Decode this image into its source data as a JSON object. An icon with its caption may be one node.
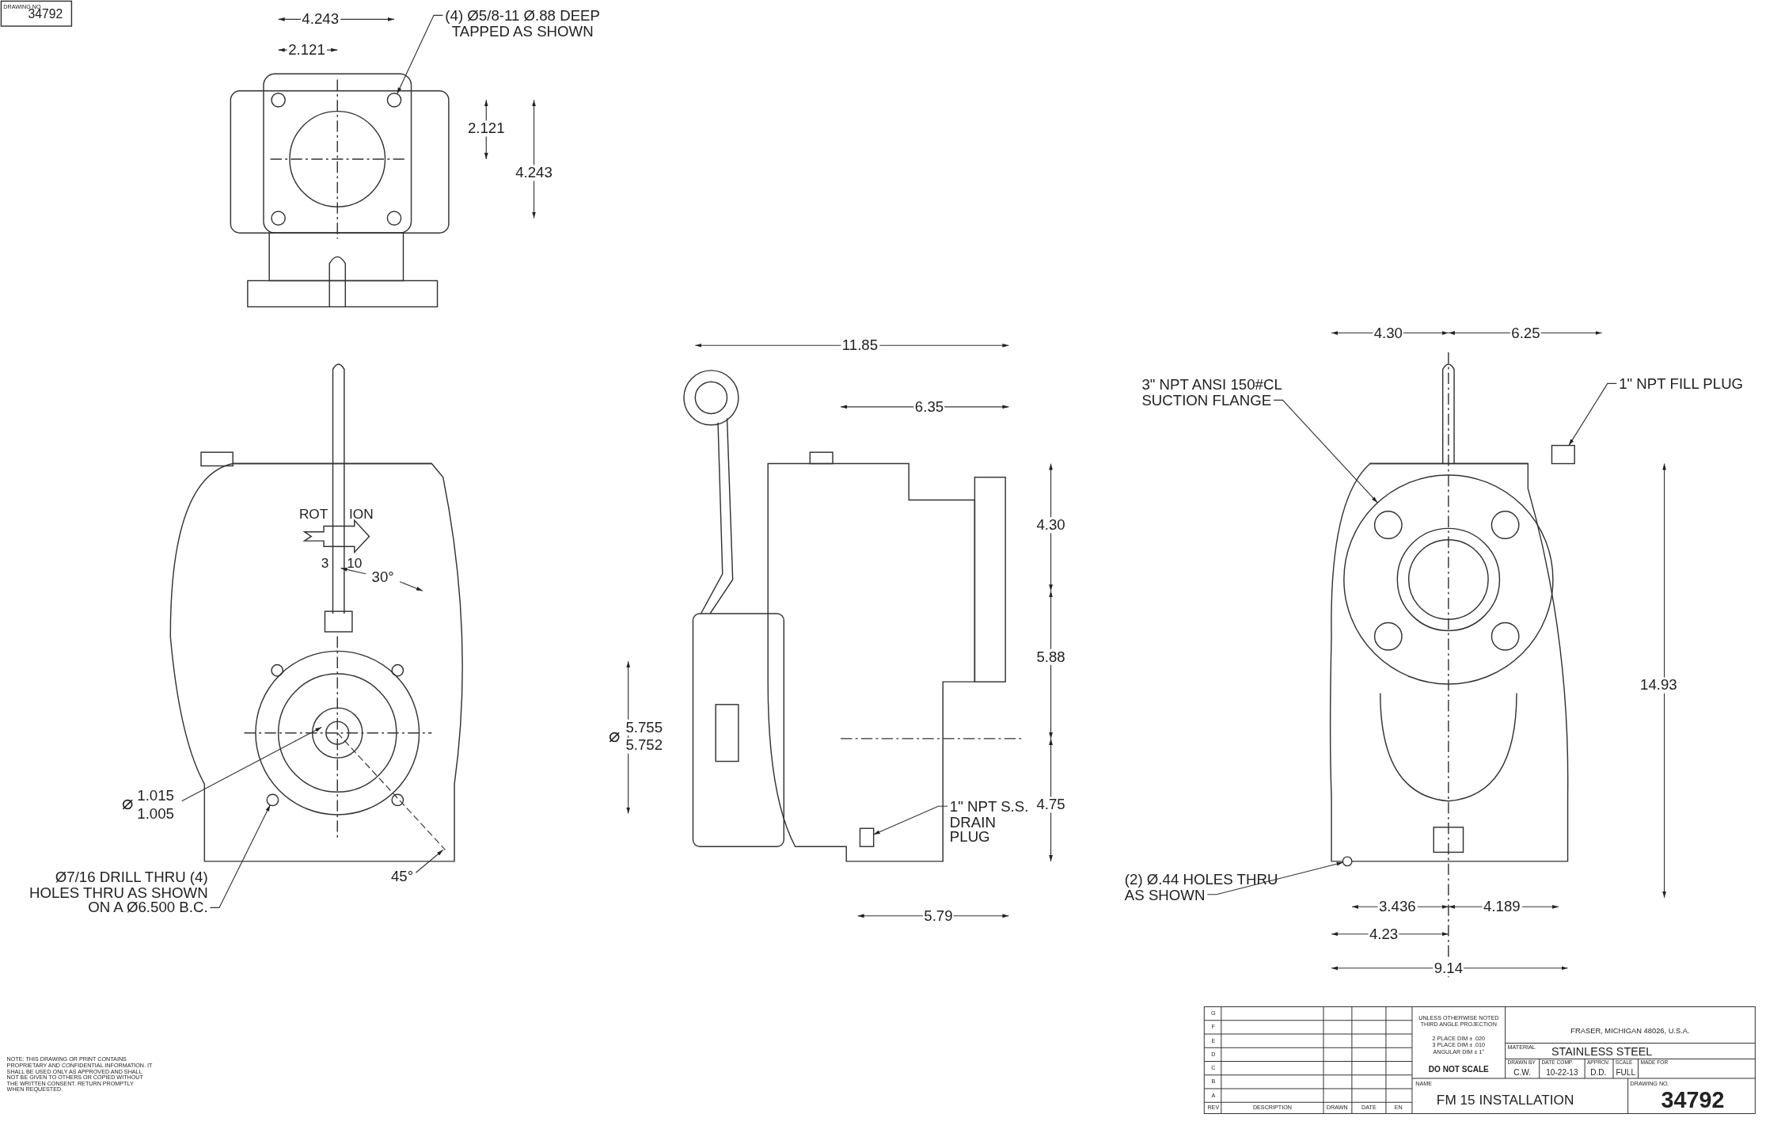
{
  "diagram": {
    "nodes": [
      {
        "text": [
          "(4) Ø5/8-11 Ø.88 DEEP TAPPED AS SHOWN"
        ]
      },
      {
        "text": [],
        "shape": "circle"
      },
      {
        "text": [
          "Ø7/16 DRILL THRU (4) HOLES THRU AS SHOWN ON A Ø6.500 B.C."
        ]
      },
      {
        "text": [],
        "shape": "circle"
      },
      {
        "text": [
          "1\" NPT S.S. DRAIN PLUG"
        ]
      },
      {
        "text": [],
        "shape": "box"
      },
      {
        "text": [
          "3\" NPT ANSI 150#CL SUCTION FLANGE"
        ]
      },
      {
        "text": [],
        "shape": "circle"
      },
      {
        "text": [
          "1\" NPT FILL PLUG"
        ]
      },
      {
        "text": [],
        "shape": "box"
      },
      {
        "text": [
          "(2) Ø.44 HOLES THRU AS SHOWN"
        ]
      },
      {
        "text": [],
        "shape": "circle"
      }
    ],
    "edges": [
      {
        "from": 0,
        "to": 1,
        "arrow": "to"
      },
      {
        "from": 2,
        "to": 3,
        "arrow": "to"
      },
      {
        "from": 4,
        "to": 5,
        "arrow": "to"
      },
      {
        "from": 6,
        "to": 7,
        "arrow": "to"
      },
      {
        "from": 8,
        "to": 9,
        "arrow": "to"
      },
      {
        "from": 10,
        "to": 11,
        "arrow": "to"
      }
    ],
    "labels": [
      "DRAWING NO",
      "34792",
      "4.243",
      "2.121",
      "2.121",
      "4.243",
      "ROT",
      "ION",
      "3",
      "10",
      "30°",
      "⌀",
      "1.015",
      "1.005",
      "45°",
      "11.85",
      "6.35",
      "4.30",
      "5.88",
      "4.75",
      "⌀",
      "5.755",
      "5.752",
      "5.79",
      "4.30",
      "6.25",
      "14.93",
      "3.436",
      "4.189",
      "4.23",
      "9.14",
      "NOTE: THIS DRAWING OR PRINT CONTAINS PROPRIETARY AND CONFIDENTIAL INFORMATION. IT SHALL BE USED ONLY AS APPROVED AND SHALL NOT BE GIVEN TO OTHERS OR COPIED WITHOUT THE WRITTEN CONSENT. RETURN PROMPTLY WHEN REQUESTED.",
      "G",
      "F",
      "E",
      "D",
      "C",
      "B",
      "A",
      "REV",
      "DESCRIPTION",
      "DRAWN",
      "DATE",
      "EN",
      "UNLESS OTHERWISE NOTED THIRD ANGLE PROJECTION",
      "2 PLACE DIM ± .020",
      "3 PLACE DIM ± .010",
      "ANGULAR DIM ± 1°",
      "DO NOT SCALE",
      "FRASER, MICHIGAN 48026, U.S.A.",
      "MATERIAL",
      "STAINLESS STEEL",
      "DRAWN BY",
      "C.W.",
      "DATE COMP.",
      "10-22-13",
      "APPROV.",
      "D.D.",
      "SCALE",
      "FULL",
      "MADE FOR",
      "NAME",
      "FM 15 INSTALLATION",
      "DRAWING NO.",
      "34792"
    ]
  }
}
